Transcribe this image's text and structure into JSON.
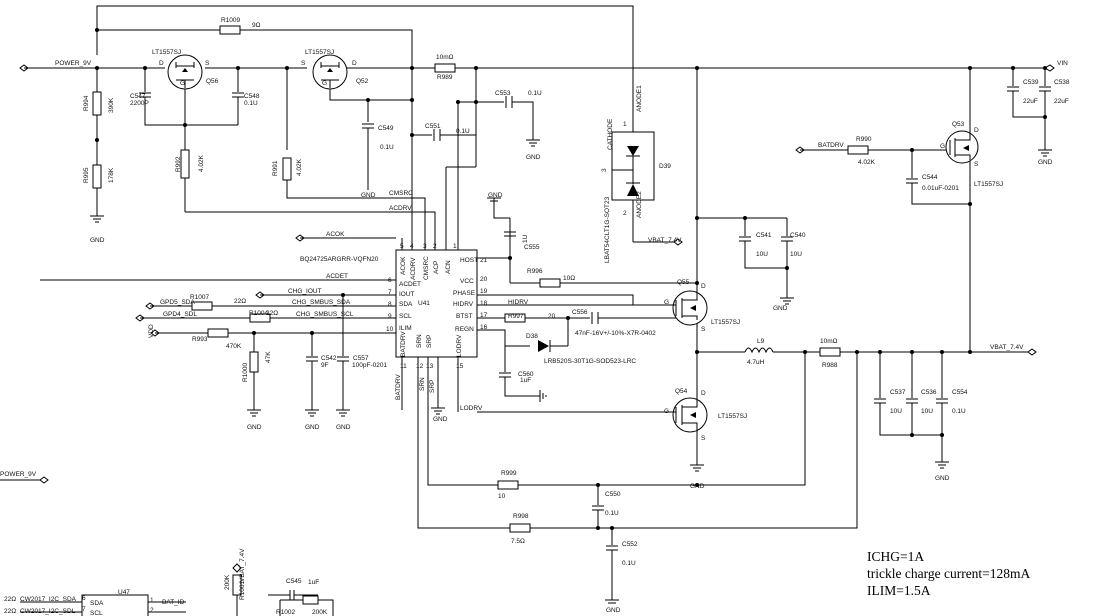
{
  "notes": {
    "ichg": "ICHG=1A",
    "trickle": "trickle charge current=128mA",
    "ilim": "ILIM=1.5A"
  },
  "labels": [
    {
      "id": "r1009-ref",
      "text": "R1009"
    },
    {
      "id": "r1009-val",
      "text": "9Ω"
    },
    {
      "id": "power-9v",
      "text": "POWER_9V"
    },
    {
      "id": "q56-part",
      "text": "LT1557SJ"
    },
    {
      "id": "q56-ref",
      "text": "Q56"
    },
    {
      "id": "q56-d",
      "text": "D"
    },
    {
      "id": "q56-s",
      "text": "S"
    },
    {
      "id": "q56-g",
      "text": "G"
    },
    {
      "id": "q52-part",
      "text": "LT1557SJ"
    },
    {
      "id": "q52-ref",
      "text": "Q52"
    },
    {
      "id": "q52-s",
      "text": "S"
    },
    {
      "id": "q52-d",
      "text": "D"
    },
    {
      "id": "q52-g",
      "text": "G"
    },
    {
      "id": "r989-val",
      "text": "10mΩ"
    },
    {
      "id": "r989-ref",
      "text": "R989"
    },
    {
      "id": "c553-ref",
      "text": "C553"
    },
    {
      "id": "c553-val",
      "text": "0.1U"
    },
    {
      "id": "r994-ref",
      "text": "R994"
    },
    {
      "id": "r994-val",
      "text": "390K"
    },
    {
      "id": "c547-ref",
      "text": "C547"
    },
    {
      "id": "c547-val",
      "text": "2200P"
    },
    {
      "id": "c548-ref",
      "text": "C548"
    },
    {
      "id": "c548-val",
      "text": "0.1U"
    },
    {
      "id": "c549-ref",
      "text": "C549"
    },
    {
      "id": "c549-val",
      "text": "0.1U"
    },
    {
      "id": "c551-ref",
      "text": "C551"
    },
    {
      "id": "c551-val",
      "text": "0.1U"
    },
    {
      "id": "gnd-c553",
      "text": "GND"
    },
    {
      "id": "r992-ref",
      "text": "R992"
    },
    {
      "id": "r992-val",
      "text": "4.02K"
    },
    {
      "id": "r991-ref",
      "text": "R991"
    },
    {
      "id": "r991-val",
      "text": "4.02K"
    },
    {
      "id": "r995-ref",
      "text": "R995"
    },
    {
      "id": "r995-val",
      "text": "178K"
    },
    {
      "id": "gnd-c549",
      "text": "GND"
    },
    {
      "id": "cmsrc",
      "text": "CMSRC"
    },
    {
      "id": "acdrv",
      "text": "ACDRV"
    },
    {
      "id": "gnd-left",
      "text": "GND"
    },
    {
      "id": "gnd-top",
      "text": "GND"
    },
    {
      "id": "c555-val",
      "text": "1U"
    },
    {
      "id": "c555-ref",
      "text": "C555"
    },
    {
      "id": "acok",
      "text": "ACOK"
    },
    {
      "id": "u41-part",
      "text": "BQ24725ARGRR-VQFN20"
    },
    {
      "id": "acdet",
      "text": "ACDET"
    },
    {
      "id": "r996-ref",
      "text": "R996"
    },
    {
      "id": "r996-val",
      "text": "10Ω"
    },
    {
      "id": "r1007-ref",
      "text": "R1007"
    },
    {
      "id": "r1007-val",
      "text": "22Ω"
    },
    {
      "id": "chg-iout",
      "text": "CHG_IOUT"
    },
    {
      "id": "gpd5-sda",
      "text": "GPD5_SDA"
    },
    {
      "id": "chg-smbus-sda",
      "text": "CHG_SMBUS_SDA"
    },
    {
      "id": "r1004-ref",
      "text": "R1004"
    },
    {
      "id": "r1004-val",
      "text": "22Ω"
    },
    {
      "id": "gpd4-sdl",
      "text": "GPD4_SDL"
    },
    {
      "id": "chg-smbus-scl",
      "text": "CHG_SMBUS_SCL"
    },
    {
      "id": "vdd",
      "text": "VDD"
    },
    {
      "id": "r993-ref",
      "text": "R993"
    },
    {
      "id": "r993-val",
      "text": "470K"
    },
    {
      "id": "r1000-ref",
      "text": "R1000"
    },
    {
      "id": "r1000-val",
      "text": "47K"
    },
    {
      "id": "c542-ref",
      "text": "C542"
    },
    {
      "id": "c542-val",
      "text": "9F"
    },
    {
      "id": "c557-ref",
      "text": "C557"
    },
    {
      "id": "c557-val",
      "text": "100pF-0201"
    },
    {
      "id": "u41-ref",
      "text": "U41"
    },
    {
      "id": "pin-host",
      "text": "HOST"
    },
    {
      "id": "pin-vcc",
      "text": "VCC"
    },
    {
      "id": "pin-phase",
      "text": "PHASE"
    },
    {
      "id": "pin-hidrv",
      "text": "HIDRV"
    },
    {
      "id": "pin-btst",
      "text": "BTST"
    },
    {
      "id": "pin-regn",
      "text": "REGN"
    },
    {
      "id": "pin-acdet",
      "text": "ACDET"
    },
    {
      "id": "pin-iout",
      "text": "IOUT"
    },
    {
      "id": "pin-sda",
      "text": "SDA"
    },
    {
      "id": "pin-scl",
      "text": "SCL"
    },
    {
      "id": "pin-ilim",
      "text": "ILIM"
    },
    {
      "id": "pn-21",
      "text": "21"
    },
    {
      "id": "pn-20",
      "text": "20"
    },
    {
      "id": "pn-19",
      "text": "19"
    },
    {
      "id": "pn-18",
      "text": "18"
    },
    {
      "id": "pn-17",
      "text": "17"
    },
    {
      "id": "pn-16",
      "text": "16"
    },
    {
      "id": "pn-6",
      "text": "6"
    },
    {
      "id": "pn-7",
      "text": "7"
    },
    {
      "id": "pn-8",
      "text": "8"
    },
    {
      "id": "pn-9",
      "text": "9"
    },
    {
      "id": "pn-10",
      "text": "10"
    },
    {
      "id": "pn-5",
      "text": "5"
    },
    {
      "id": "pn-4",
      "text": "4"
    },
    {
      "id": "pn-3",
      "text": "3"
    },
    {
      "id": "pn-2",
      "text": "2"
    },
    {
      "id": "pn-1",
      "text": "1"
    },
    {
      "id": "pn-11",
      "text": "11"
    },
    {
      "id": "pn-12",
      "text": "12"
    },
    {
      "id": "pn-13",
      "text": "13"
    },
    {
      "id": "pn-15",
      "text": "15"
    },
    {
      "id": "pin-acok",
      "text": "ACOK"
    },
    {
      "id": "pin-acdrv",
      "text": "ACDRV"
    },
    {
      "id": "pin-cmsrc",
      "text": "CMSRC"
    },
    {
      "id": "pin-acp",
      "text": "ACP"
    },
    {
      "id": "pin-acn",
      "text": "ACN"
    },
    {
      "id": "pin-batdrv",
      "text": "BATDRV"
    },
    {
      "id": "pin-srn",
      "text": "SRN"
    },
    {
      "id": "pin-srp",
      "text": "SRP"
    },
    {
      "id": "pin-lodrv",
      "text": "LODRV"
    },
    {
      "id": "batdrv-net",
      "text": "BATDRV"
    },
    {
      "id": "srn-net",
      "text": "SRN"
    },
    {
      "id": "srp-net",
      "text": "SRP"
    },
    {
      "id": "gnd-u41",
      "text": "GND"
    },
    {
      "id": "hidrv-net",
      "text": "HIDRV"
    },
    {
      "id": "r997-ref",
      "text": "R997"
    },
    {
      "id": "r997-val",
      "text": "20"
    },
    {
      "id": "c556-ref",
      "text": "C556"
    },
    {
      "id": "c556-val",
      "text": "47nF-16V+/-10%-X7R-0402"
    },
    {
      "id": "d38-ref",
      "text": "D38"
    },
    {
      "id": "d38-part",
      "text": "LRB520S-30T1G-SOD523-LRC"
    },
    {
      "id": "c560-ref",
      "text": "C560"
    },
    {
      "id": "c560-val",
      "text": "1uF"
    },
    {
      "id": "lodrv-net",
      "text": "LODRV"
    },
    {
      "id": "gnd-r1000",
      "text": "GND"
    },
    {
      "id": "gnd-c542",
      "text": "GND"
    },
    {
      "id": "gnd-c557",
      "text": "GND"
    },
    {
      "id": "anode1",
      "text": "ANODE1"
    },
    {
      "id": "cathode",
      "text": "CATHODE"
    },
    {
      "id": "anode2",
      "text": "ANODE2"
    },
    {
      "id": "pin-1",
      "text": "1"
    },
    {
      "id": "pin-3",
      "text": "3"
    },
    {
      "id": "pin-2",
      "text": "2"
    },
    {
      "id": "d39-ref",
      "text": "D39"
    },
    {
      "id": "d39-part",
      "text": "LBAT54CLT1G-SOT23"
    },
    {
      "id": "vbat-7v4-top",
      "text": "VBAT_7.4V"
    },
    {
      "id": "batdrv-right",
      "text": "BATDRV"
    },
    {
      "id": "r990-ref",
      "text": "R990"
    },
    {
      "id": "r990-val",
      "text": "4.02K"
    },
    {
      "id": "c544-ref",
      "text": "C544"
    },
    {
      "id": "c544-val",
      "text": "0.01uF-0201"
    },
    {
      "id": "q53-ref",
      "text": "Q53"
    },
    {
      "id": "q53-part",
      "text": "LT1557SJ"
    },
    {
      "id": "q53-g",
      "text": "G"
    },
    {
      "id": "q53-d",
      "text": "D"
    },
    {
      "id": "q53-s",
      "text": "S"
    },
    {
      "id": "vin",
      "text": "VIN"
    },
    {
      "id": "c539-ref",
      "text": "C539"
    },
    {
      "id": "c539-val",
      "text": "22uF"
    },
    {
      "id": "c538-ref",
      "text": "C538"
    },
    {
      "id": "c538-val",
      "text": "22uF"
    },
    {
      "id": "gnd-c538",
      "text": "GND"
    },
    {
      "id": "c541-ref",
      "text": "C541"
    },
    {
      "id": "c541-val",
      "text": "10U"
    },
    {
      "id": "c540-ref",
      "text": "C540"
    },
    {
      "id": "c540-val",
      "text": "10U"
    },
    {
      "id": "gnd-c540",
      "text": "GND"
    },
    {
      "id": "q55-ref",
      "text": "Q55"
    },
    {
      "id": "q55-d",
      "text": "D"
    },
    {
      "id": "q55-g",
      "text": "G"
    },
    {
      "id": "q55-s",
      "text": "S"
    },
    {
      "id": "q55-part",
      "text": "LT1557SJ"
    },
    {
      "id": "l9-ref",
      "text": "L9"
    },
    {
      "id": "l9-val",
      "text": "4.7uH"
    },
    {
      "id": "r988-val",
      "text": "10mΩ"
    },
    {
      "id": "r988-ref",
      "text": "R988"
    },
    {
      "id": "vbat-7v4-right",
      "text": "VBAT_7.4V"
    },
    {
      "id": "q54-ref",
      "text": "Q54"
    },
    {
      "id": "q54-d",
      "text": "D"
    },
    {
      "id": "q54-g",
      "text": "G"
    },
    {
      "id": "q54-s",
      "text": "S"
    },
    {
      "id": "q54-part",
      "text": "LT1557SJ"
    },
    {
      "id": "c537-ref",
      "text": "C537"
    },
    {
      "id": "c537-val",
      "text": "10U"
    },
    {
      "id": "c536-ref",
      "text": "C536"
    },
    {
      "id": "c536-val",
      "text": "10U"
    },
    {
      "id": "c554-ref",
      "text": "C554"
    },
    {
      "id": "c554-val",
      "text": "0.1U"
    },
    {
      "id": "gnd-c554",
      "text": "GND"
    },
    {
      "id": "gnd-q54",
      "text": "GND"
    },
    {
      "id": "power-9v-bottom",
      "text": "POWER_9V"
    },
    {
      "id": "r999-ref",
      "text": "R999"
    },
    {
      "id": "r999-val",
      "text": "10"
    },
    {
      "id": "c550-ref",
      "text": "C550"
    },
    {
      "id": "c550-val",
      "text": "0.1U"
    },
    {
      "id": "r998-ref",
      "text": "R998"
    },
    {
      "id": "r998-val",
      "text": "7.5Ω"
    },
    {
      "id": "c552-ref",
      "text": "C552"
    },
    {
      "id": "c552-val",
      "text": "0.1U"
    },
    {
      "id": "gnd-c552",
      "text": "GND"
    },
    {
      "id": "vbat-u47",
      "text": "VBAT_7.4V"
    },
    {
      "id": "r1001-ref",
      "text": "R1001"
    },
    {
      "id": "r1001-val",
      "text": "200K"
    },
    {
      "id": "c545-ref",
      "text": "C545"
    },
    {
      "id": "c545-val",
      "text": "1uF"
    },
    {
      "id": "r1002-ref",
      "text": "R1002"
    },
    {
      "id": "r1002-val",
      "text": "200K"
    },
    {
      "id": "u47-ref",
      "text": "U47"
    },
    {
      "id": "u47-sda",
      "text": "SDA"
    },
    {
      "id": "u47-scl",
      "text": "SCL"
    },
    {
      "id": "u47-p6",
      "text": "6"
    },
    {
      "id": "u47-p7",
      "text": "7"
    },
    {
      "id": "u47-p1",
      "text": "1"
    },
    {
      "id": "u47-p2",
      "text": "2"
    },
    {
      "id": "bat-id",
      "text": "BAT_ID"
    },
    {
      "id": "cw-sda",
      "text": "CW2017_I2C_SDA"
    },
    {
      "id": "cw-scl",
      "text": "CW2017_I2C_SDL"
    },
    {
      "id": "cw-22a",
      "text": "22Ω"
    },
    {
      "id": "cw-22b",
      "text": "22Ω"
    }
  ]
}
